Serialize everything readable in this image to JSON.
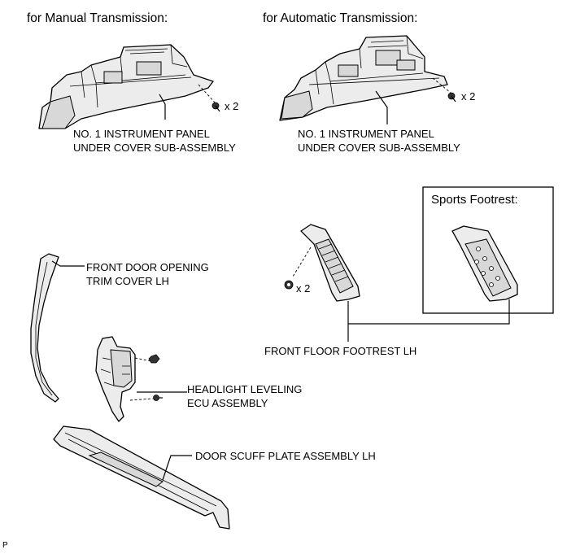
{
  "headers": {
    "manual": "for Manual Transmission:",
    "automatic": "for Automatic Transmission:"
  },
  "labels": {
    "under_cover_manual": [
      "NO. 1 INSTRUMENT PANEL",
      "UNDER COVER SUB-ASSEMBLY"
    ],
    "under_cover_auto": [
      "NO. 1 INSTRUMENT PANEL",
      "UNDER COVER SUB-ASSEMBLY"
    ],
    "door_opening_trim": [
      "FRONT DOOR OPENING",
      "TRIM COVER LH"
    ],
    "headlight_ecu": [
      "HEADLIGHT LEVELING",
      "ECU ASSEMBLY"
    ],
    "door_scuff_plate": "DOOR SCUFF PLATE ASSEMBLY LH",
    "front_floor_footrest": "FRONT FLOOR FOOTREST LH",
    "sports_footrest_title": "Sports Footrest:"
  },
  "quantities": {
    "manual_screws": "x 2",
    "auto_screws": "x 2",
    "footrest_clips": "x 2"
  },
  "page_mark": "P"
}
